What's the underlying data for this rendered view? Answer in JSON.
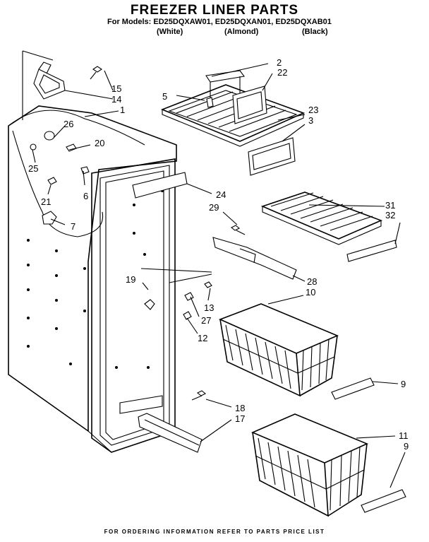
{
  "header": {
    "title": "FREEZER LINER PARTS",
    "models_line": "For Models: ED25DQXAW01, ED25DQXAN01, ED25DQXAB01",
    "variants": [
      "(White)",
      "(Almond)",
      "(Black)"
    ]
  },
  "footer": {
    "note": "FOR ORDERING INFORMATION REFER TO PARTS PRICE LIST"
  },
  "callouts": {
    "c1": "1",
    "c2": "2",
    "c3": "3",
    "c5": "5",
    "c6": "6",
    "c7": "7",
    "c9a": "9",
    "c9b": "9",
    "c10": "10",
    "c11": "11",
    "c12": "12",
    "c13": "13",
    "c14": "14",
    "c15": "15",
    "c17": "17",
    "c18": "18",
    "c19": "19",
    "c20": "20",
    "c21": "21",
    "c22": "22",
    "c23": "23",
    "c24": "24",
    "c25": "25",
    "c26": "26",
    "c27": "27",
    "c28": "28",
    "c29": "29",
    "c31": "31",
    "c32": "32"
  }
}
